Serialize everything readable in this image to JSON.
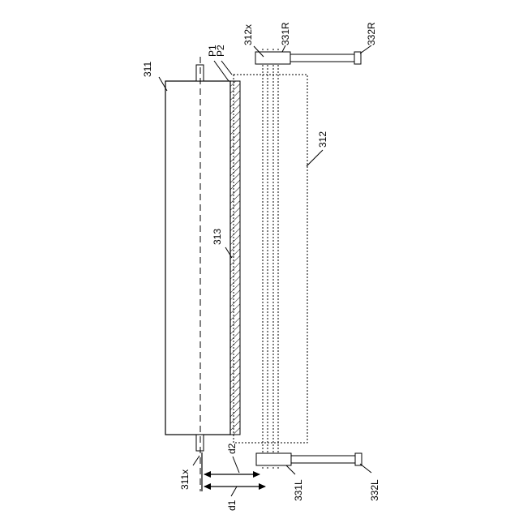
{
  "diagram": {
    "labels": {
      "roller_311": "311",
      "axis_311x": "311x",
      "point_p1": "P1",
      "point_p2": "P2",
      "axis_312x": "312x",
      "roller_312": "312",
      "layer_313": "313",
      "arm_331r": "331R",
      "arm_332r": "332R",
      "arm_331l": "331L",
      "arm_332l": "332L",
      "distance_d1": "d1",
      "distance_d2": "d2"
    }
  }
}
